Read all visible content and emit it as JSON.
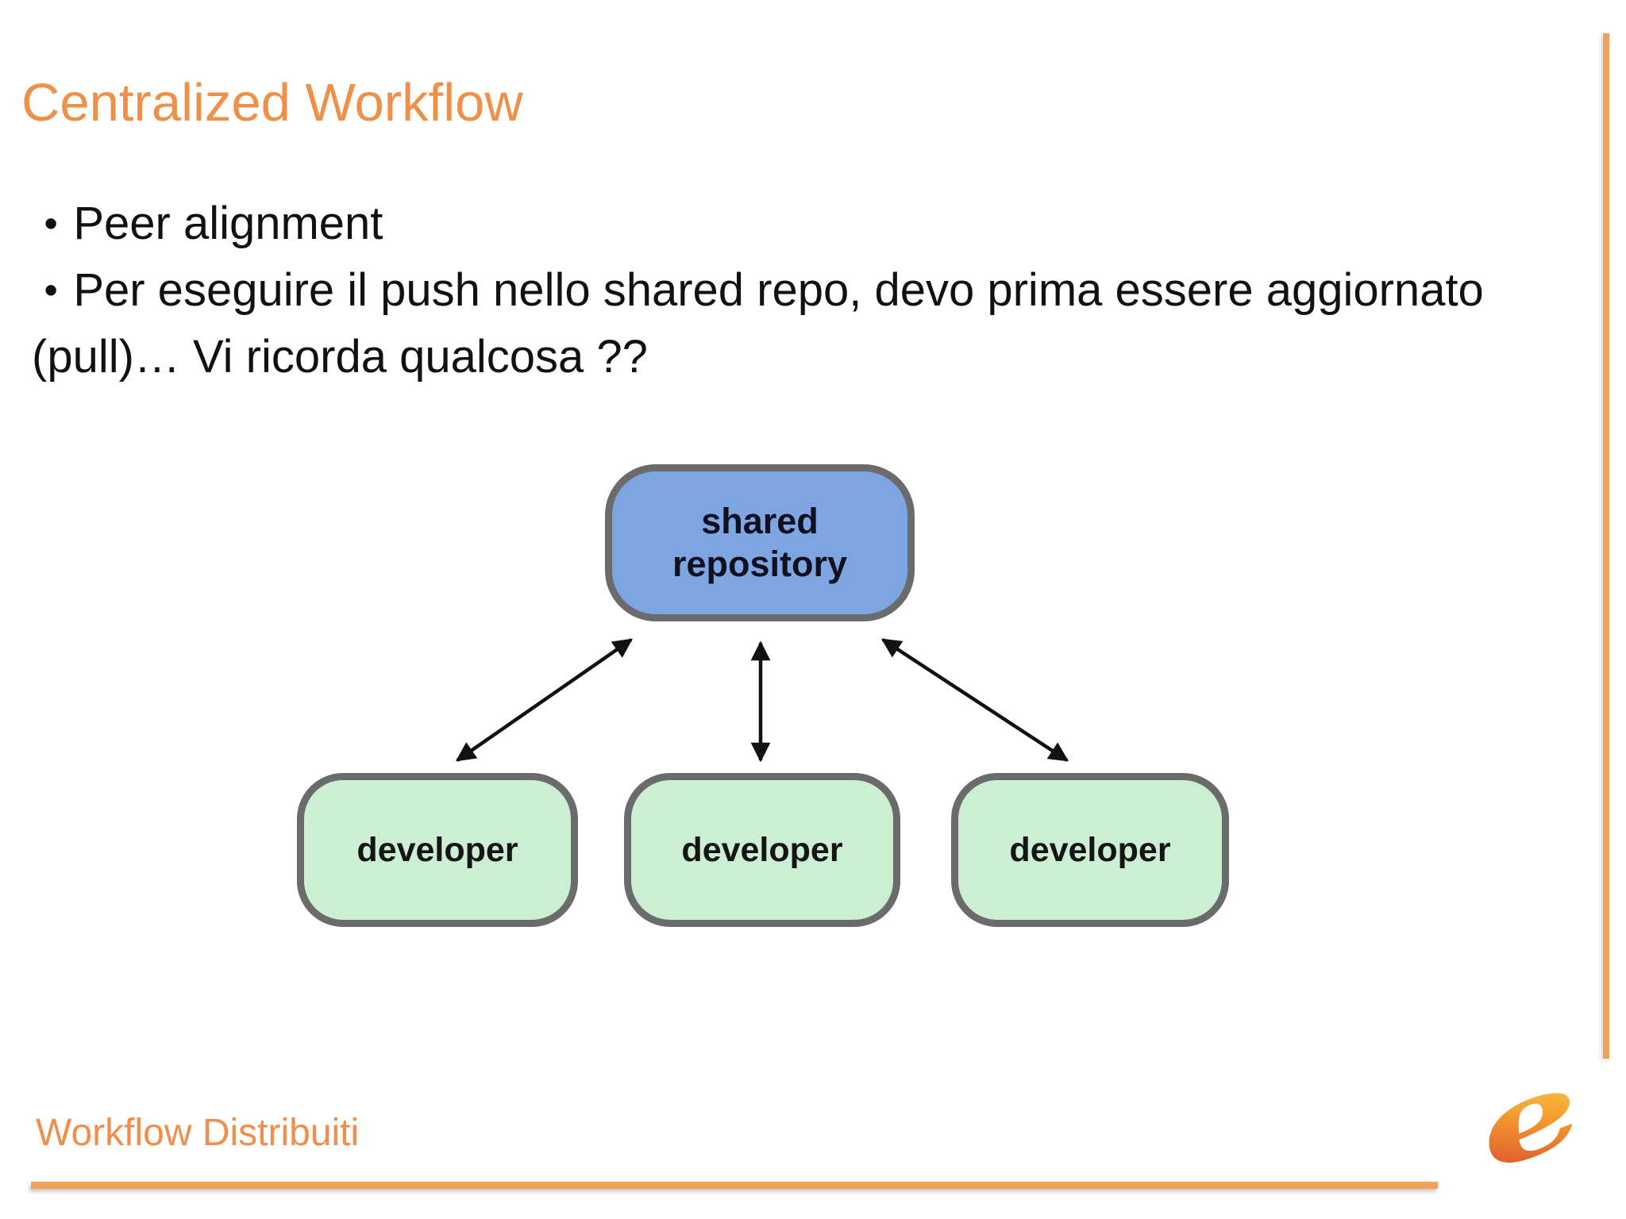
{
  "slide": {
    "title": "Centralized Workflow",
    "bullet_glyph": "•",
    "bullets": [
      "Peer alignment",
      "Per eseguire il push nello shared repo, devo prima essere aggiornato (pull)… Vi ricorda qualcosa ??"
    ],
    "footer": "Workflow Distribuiti"
  },
  "diagram": {
    "type": "flow-diagram",
    "nodes": [
      {
        "id": "shared-repository",
        "label": "shared repository",
        "fill": "#7CA5E2",
        "border": "#6B6B6B"
      },
      {
        "id": "developer-1",
        "label": "developer",
        "fill": "#CCEED2",
        "border": "#6B6B6B"
      },
      {
        "id": "developer-2",
        "label": "developer",
        "fill": "#CCEED2",
        "border": "#6B6B6B"
      },
      {
        "id": "developer-3",
        "label": "developer",
        "fill": "#CCEED2",
        "border": "#6B6B6B"
      }
    ],
    "edges": [
      {
        "from": "shared-repository",
        "to": "developer-1",
        "direction": "bidirectional"
      },
      {
        "from": "shared-repository",
        "to": "developer-2",
        "direction": "bidirectional"
      },
      {
        "from": "shared-repository",
        "to": "developer-3",
        "direction": "bidirectional"
      }
    ]
  },
  "colors": {
    "accent_orange": "#EF9049",
    "rule_orange": "#F1A057",
    "node_blue": "#7CA5E2",
    "node_green": "#CCEED2",
    "node_border_gray": "#6B6B6B",
    "arrow_black": "#111111"
  },
  "logo": {
    "name": "e-swoosh-logo",
    "glyph": "e",
    "gradient": [
      "#FCD94E",
      "#F5A030",
      "#D9492E"
    ]
  }
}
